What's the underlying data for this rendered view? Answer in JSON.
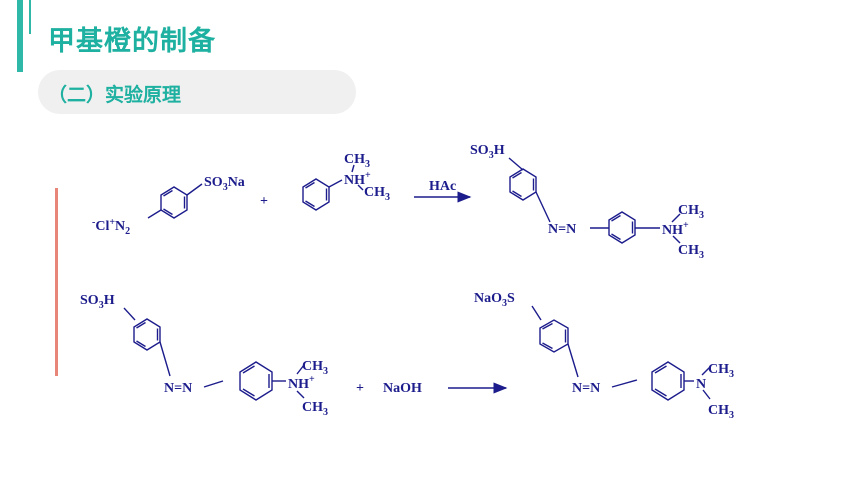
{
  "slide": {
    "title": "甲基橙的制备",
    "subtitle": "（二）实验原理"
  },
  "colors": {
    "accent": "#1eb0a0",
    "molecule": "#1c1c8c",
    "left_rule": "#e8867a",
    "pill_bg": "#f0f0f0"
  },
  "reaction1": {
    "diazonium": {
      "chloride": "Cl",
      "diazo": "N",
      "diazo_sub": "2",
      "substituent": "SO",
      "substituent_sub": "3",
      "substituent_tail": "Na"
    },
    "plus": "+",
    "amine": {
      "n": "N",
      "h": "H",
      "charge": "+",
      "methyl": "CH",
      "methyl_sub": "3"
    },
    "arrow_label": "HAc",
    "product": {
      "top": "SO",
      "top_sub": "3",
      "top_tail": "H",
      "azo": "N=N",
      "n": "N",
      "h": "H",
      "charge": "+",
      "methyl": "CH",
      "methyl_sub": "3"
    }
  },
  "reaction2": {
    "reactant": {
      "top": "SO",
      "top_sub": "3",
      "top_tail": "H",
      "azo": "N=N",
      "n": "N",
      "h": "H",
      "charge": "+",
      "methyl": "CH",
      "methyl_sub": "3"
    },
    "plus": "+",
    "reagent": "NaOH",
    "product": {
      "top": "NaO",
      "top_sub": "3",
      "top_tail": "S",
      "azo": "N=N",
      "n": "N",
      "methyl": "CH",
      "methyl_sub": "3"
    }
  }
}
